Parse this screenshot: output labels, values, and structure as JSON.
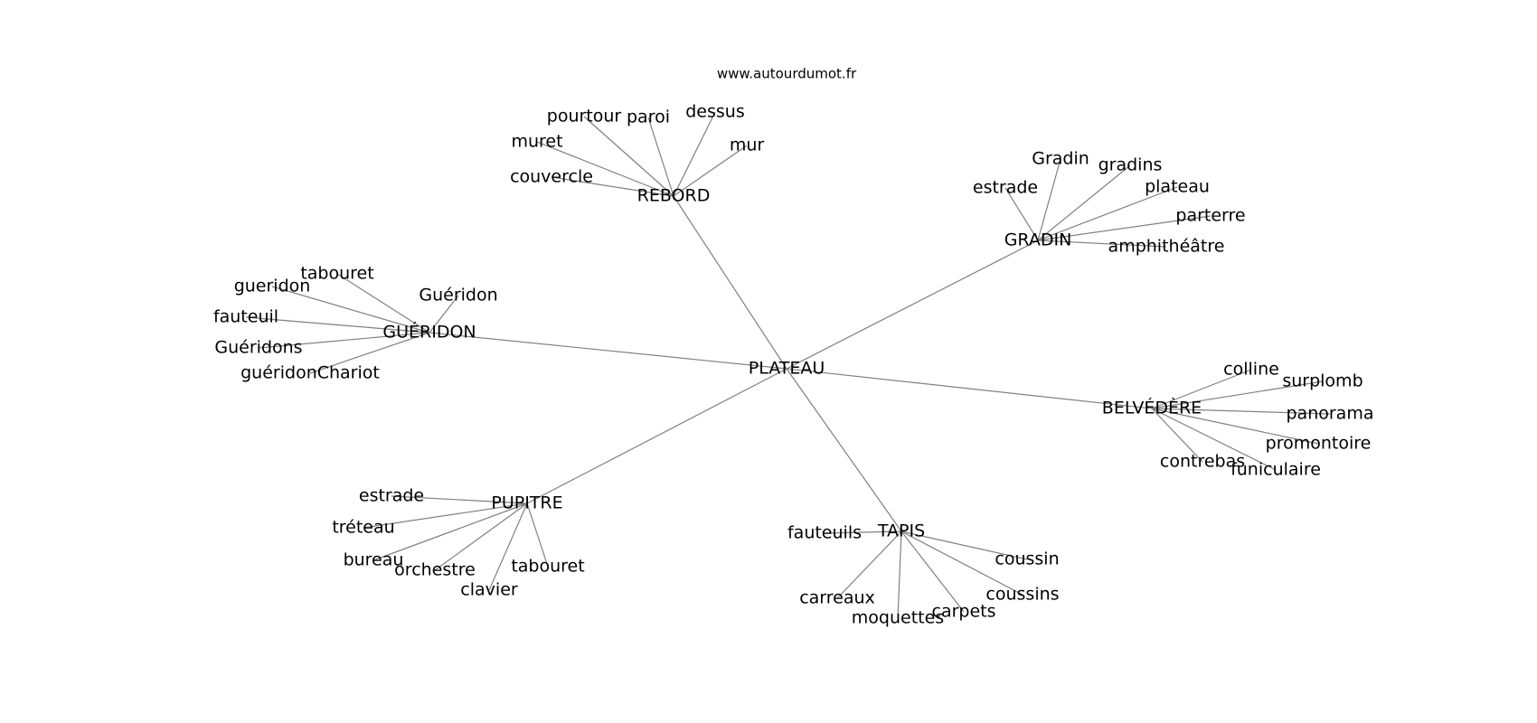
{
  "header": {
    "site": "www.autourdumot.fr"
  },
  "edge_color": "#808080",
  "graph": {
    "center": "PLATEAU",
    "hubs": [
      {
        "id": "reBord",
        "label": "REBORD",
        "leaves": [
          "couvercle",
          "muret",
          "pourtour",
          "paroi",
          "dessus",
          "mur"
        ]
      },
      {
        "id": "gradin",
        "label": "GRADIN",
        "leaves": [
          "estrade",
          "Gradin",
          "gradins",
          "plateau",
          "parterre",
          "amphithéâtre"
        ]
      },
      {
        "id": "gueridon",
        "label": "GUÉRIDON",
        "leaves": [
          "tabouret",
          "gueridon",
          "fauteuil",
          "Guéridons",
          "guéridonChariot",
          "Guéridon"
        ]
      },
      {
        "id": "belvedere",
        "label": "BELVÉDÈRE",
        "leaves": [
          "colline",
          "surplomb",
          "panorama",
          "promontoire",
          "funiculaire",
          "contrebas"
        ]
      },
      {
        "id": "pupitre",
        "label": "PUPITRE",
        "leaves": [
          "estrade",
          "tréteau",
          "bureau",
          "orchestre",
          "clavier",
          "tabouret"
        ]
      },
      {
        "id": "tapis",
        "label": "TAPIS",
        "leaves": [
          "fauteuils",
          "carreaux",
          "moquettes",
          "carpets",
          "coussins",
          "coussin"
        ]
      }
    ]
  }
}
